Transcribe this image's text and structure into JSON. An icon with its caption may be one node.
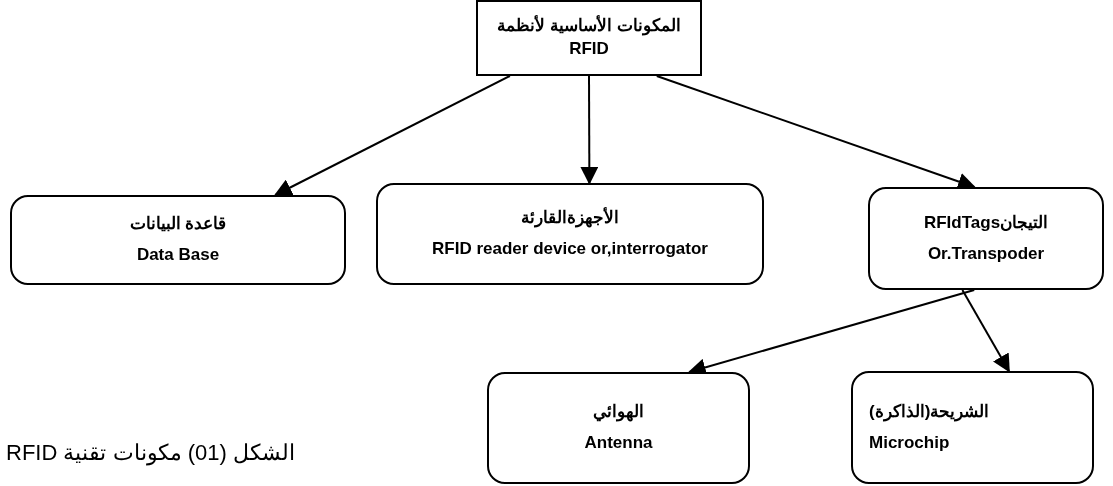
{
  "diagram": {
    "caption": "الشكل (01) مكونات تقنية RFID",
    "nodes": [
      {
        "text": [
          "المكونات الأساسية لأنظمة RFID"
        ]
      },
      {
        "text": [
          "قاعدة البيانات",
          "Data Base"
        ]
      },
      {
        "text": [
          "الأجهزةالقارئة",
          "RFID reader device or,interrogator"
        ]
      },
      {
        "text": [
          "التيجانRFIdTags",
          "Or.Transpoder"
        ]
      },
      {
        "text": [
          "الهوائي",
          "Antenna"
        ]
      },
      {
        "text": [
          "الشريحة(الذاكرة)",
          "Microchip"
        ]
      }
    ],
    "edges": [
      {
        "from": 0,
        "to": 1,
        "arrow": "to"
      },
      {
        "from": 0,
        "to": 2,
        "arrow": "to"
      },
      {
        "from": 0,
        "to": 3,
        "arrow": "to"
      },
      {
        "from": 3,
        "to": 4,
        "arrow": "to"
      },
      {
        "from": 3,
        "to": 5,
        "arrow": "to"
      }
    ]
  }
}
